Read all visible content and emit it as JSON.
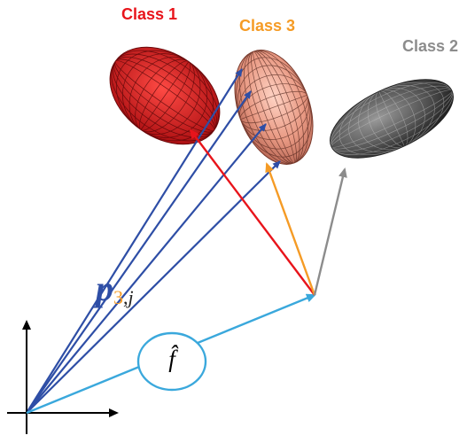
{
  "classes": [
    {
      "label": "Class 1",
      "color": "#e8141b"
    },
    {
      "label": "Class 3",
      "color": "#f59b25"
    },
    {
      "label": "Class 2",
      "color": "#8c8c8c"
    }
  ],
  "feature_label": {
    "letter": "p",
    "subscript_index": "3",
    "subscript_sep": ",",
    "subscript_var": "j"
  },
  "map_label": "f̂",
  "colors": {
    "p_vectors": "#2e4ea6",
    "f_vector": "#3aa8dc",
    "axes": "#000000",
    "class1_fill": "#e8141b",
    "class3_fill": "#e99a84",
    "class2_fill": "#5a5a5a"
  }
}
